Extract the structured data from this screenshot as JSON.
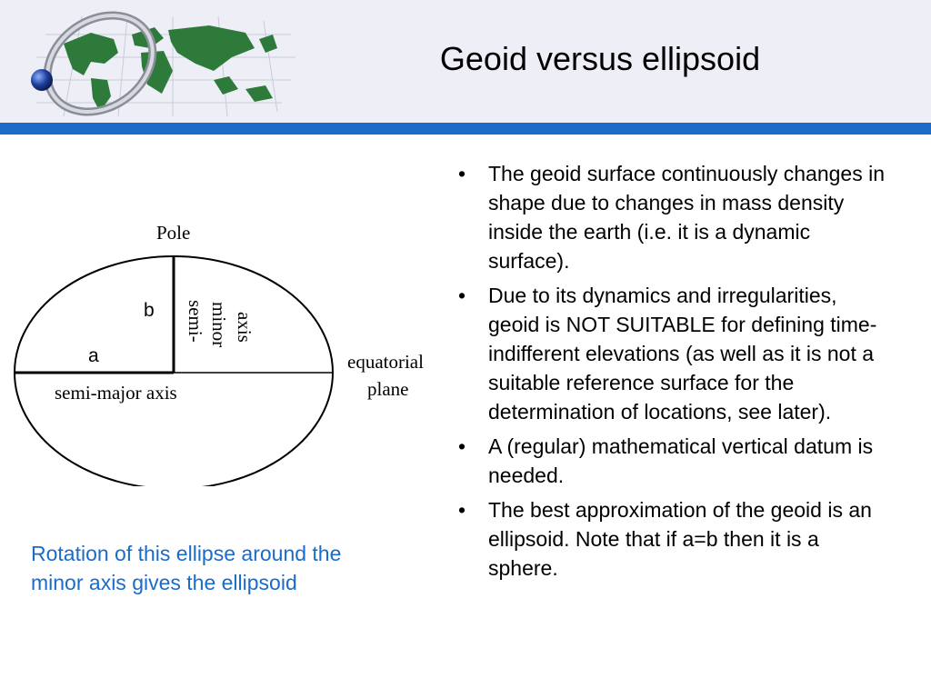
{
  "slide": {
    "title": "Geoid versus ellipsoid"
  },
  "diagram": {
    "pole_label": "Pole",
    "b_label": "b",
    "a_label": "a",
    "semi_minor_line1": "semi-",
    "semi_minor_line2": "minor",
    "semi_minor_line3": "axis",
    "semi_major_label": "semi-major axis",
    "equatorial_line1": "equatorial",
    "equatorial_line2": "plane"
  },
  "caption": {
    "line1": "Rotation of this ellipse around the",
    "line2": "minor axis gives the ellipsoid"
  },
  "bullets": [
    {
      "marker": "•",
      "text": "The geoid surface continuously changes in shape due to changes in mass density inside the earth (i.e. it is a dynamic surface)."
    },
    {
      "marker": "•",
      "text": "Due to its dynamics and irregularities, geoid is NOT SUITABLE for defining time-indifferent elevations (as well as it is not a suitable reference surface for the determination of locations, see later)."
    },
    {
      "marker": "•",
      "text": "A (regular) mathematical vertical datum is needed."
    },
    {
      "marker": "•",
      "text": "The best approximation of the geoid is an ellipsoid. Note that if a=b then it is a sphere."
    }
  ],
  "colors": {
    "header_bg": "#eeeef6",
    "header_bar": "#1a6cc8",
    "caption_text": "#1a6cc8",
    "map_green": "#2e7a3a",
    "globe_blue": "#1e3f9a"
  },
  "icons": {
    "logo": "world-map-globe-ring-icon"
  }
}
